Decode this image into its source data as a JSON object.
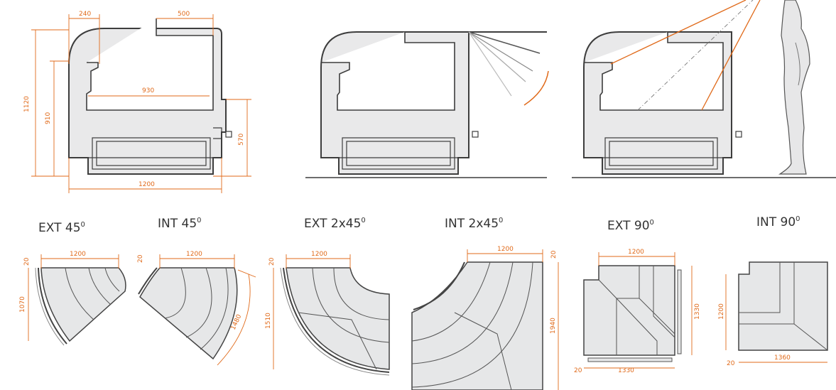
{
  "colors": {
    "dimension": "#e06a1a",
    "outline": "#3d3d3d",
    "fill": "#e9e9ea"
  },
  "section": {
    "dims": {
      "top_left": "240",
      "top_right": "500",
      "inner_width": "930",
      "height_total": "1120",
      "height_counter": "910",
      "height_right": "570",
      "width_total": "1200"
    }
  },
  "captions": [
    {
      "text": "EXT 45",
      "sup": "0"
    },
    {
      "text": "INT 45",
      "sup": "0"
    },
    {
      "text": "EXT 2x45",
      "sup": "0"
    },
    {
      "text": "INT 2x45",
      "sup": "0"
    },
    {
      "text": "EXT 90",
      "sup": "0"
    },
    {
      "text": "INT 90",
      "sup": "0"
    }
  ],
  "plans": {
    "ext45": {
      "top": "1200",
      "small": "20",
      "side": "1070"
    },
    "int45": {
      "top": "1200",
      "small": "20",
      "diag": "1480"
    },
    "ext2x45": {
      "top": "1200",
      "small": "20",
      "side": "1510"
    },
    "int2x45": {
      "top": "1200",
      "small": "20",
      "side": "1940"
    },
    "ext90": {
      "top": "1200",
      "side": "1330",
      "bottom": "1330",
      "small": "20"
    },
    "int90": {
      "side": "1200",
      "bottom": "1360",
      "small": "20"
    }
  }
}
